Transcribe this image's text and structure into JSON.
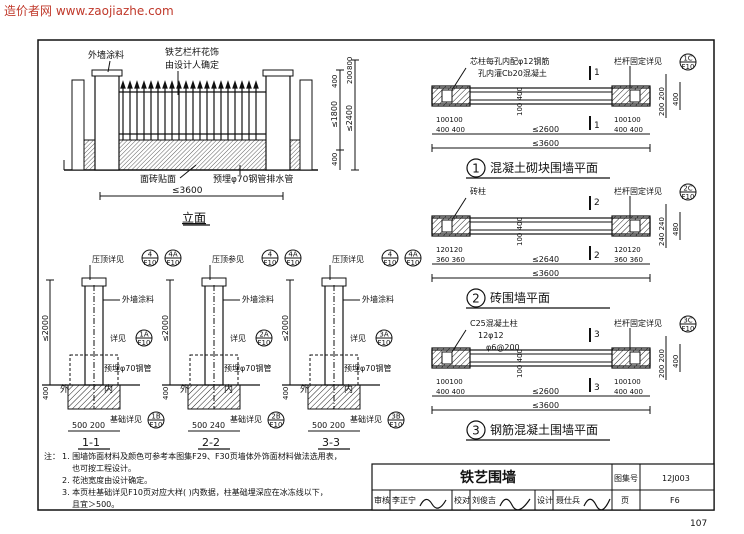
{
  "watermark": "造价者网 www.zaojiazhe.com",
  "page_number": "107",
  "elevation": {
    "title": "立面",
    "label_paint": "外墙涂料",
    "label_rail": "铁艺栏杆花饰",
    "label_rail2": "由设计人确定",
    "label_tile": "面砖贴面",
    "label_pipe": "预埋φ70钢管排水管",
    "dim_width": "≤3600",
    "dim_1800": "≤1800",
    "dim_2400": "≤2400",
    "dim_200": "200",
    "dim_800": "800",
    "dim_400": "400",
    "dim_400b": "400"
  },
  "sections": [
    {
      "cap_top_label": "压顶详见",
      "cap_top_ref": [
        "4",
        "F10"
      ],
      "cap_top_ref2": [
        "4A",
        "F10"
      ],
      "paint": "外墙涂料",
      "detail_label": "详见",
      "detail_ref": [
        "1A",
        "F10"
      ],
      "pipe": "预埋φ70钢管",
      "outside": "外",
      "inside": "内",
      "base_label": "基础详见",
      "base_ref": [
        "1B",
        "F10"
      ],
      "dim_bottom": "500 200",
      "dim_left": "≤2000",
      "dim_400": "400",
      "title": "1-1"
    },
    {
      "cap_top_label": "压顶参见",
      "cap_top_ref": [
        "4",
        "F10"
      ],
      "cap_top_ref2": [
        "4A",
        "F10"
      ],
      "paint": "外墙涂料",
      "detail_label": "详见",
      "detail_ref": [
        "2A",
        "F10"
      ],
      "pipe": "预埋φ70钢管",
      "outside": "外",
      "inside": "内",
      "base_label": "基础详见",
      "base_ref": [
        "2B",
        "F10"
      ],
      "dim_bottom": "500 240",
      "dim_left": "≤2000",
      "dim_400": "400",
      "title": "2-2"
    },
    {
      "cap_top_label": "压顶详见",
      "cap_top_ref": [
        "4",
        "F10"
      ],
      "cap_top_ref2": [
        "4A",
        "F10"
      ],
      "paint": "外墙涂料",
      "detail_label": "详见",
      "detail_ref": [
        "3A",
        "F10"
      ],
      "pipe": "预埋φ70钢管",
      "outside": "外",
      "inside": "内",
      "base_label": "基础详见",
      "base_ref": [
        "3B",
        "F10"
      ],
      "dim_bottom": "500 200",
      "dim_left": "≤2000",
      "dim_400": "400",
      "title": "3-3"
    }
  ],
  "plans": [
    {
      "note1": "芯柱每孔内配φ12钢筋",
      "note2": "孔内灌Cb20混凝土",
      "fix_label": "栏杆固定详见",
      "fix_ref": [
        "1C",
        "F10"
      ],
      "dim_small_left": "100100",
      "dim_small_left2": "400 400",
      "dim_small_right": "100100",
      "dim_small_right2": "400 400",
      "dim_mid": "≤2600",
      "dim_total": "≤3600",
      "dim_v1": "100 400",
      "dim_v2": "200 200",
      "dim_v3": "400",
      "cut_top": "1",
      "cut_bottom": "1",
      "num": "1",
      "title": "混凝土砌块围墙平面"
    },
    {
      "note1": "砖柱",
      "fix_label": "栏杆固定详见",
      "fix_ref": [
        "2C",
        "F10"
      ],
      "dim_small_left": "120120",
      "dim_small_left2": "360 360",
      "dim_small_right": "120120",
      "dim_small_right2": "360 360",
      "dim_mid": "≤2640",
      "dim_total": "≤3600",
      "dim_v1": "100 400",
      "dim_v2": "240 240",
      "dim_v3": "480",
      "cut_top": "2",
      "cut_bottom": "2",
      "num": "2",
      "title": "砖围墙平面"
    },
    {
      "note1": "C25混凝土柱",
      "note2": "12φ12",
      "note3": "φ6@200",
      "fix_label": "栏杆固定详见",
      "fix_ref": [
        "3C",
        "F10"
      ],
      "dim_small_left": "100100",
      "dim_small_left2": "400 400",
      "dim_small_right": "100100",
      "dim_small_right2": "400 400",
      "dim_mid": "≤2600",
      "dim_total": "≤3600",
      "dim_v1": "100 400",
      "dim_v2": "200 200",
      "dim_v3": "400",
      "cut_top": "3",
      "cut_bottom": "3",
      "num": "3",
      "title": "钢筋混凝土围墙平面"
    }
  ],
  "notes": {
    "head": "注：",
    "line1": "1. 围墙饰面材料及颜色可参考本图集F29、F30页墙体外饰面材料做法选用表，",
    "line1b": "也可按工程设计。",
    "line2": "2. 花池宽度由设计确定。",
    "line3": "3. 本页柱基础详见F10页对应大样( )内数据，柱基础埋深应在冰冻线以下，",
    "line3b": "且宜＞500。"
  },
  "titleblock": {
    "title": "铁艺围墙",
    "atlas_label": "图集号",
    "atlas_value": "12J003",
    "page_label": "页",
    "page_value": "F6",
    "review": "审核",
    "reviewer": "李正宁",
    "check": "校对",
    "checker": "刘俊吉",
    "design": "设计",
    "designer": "聂仕兵"
  }
}
